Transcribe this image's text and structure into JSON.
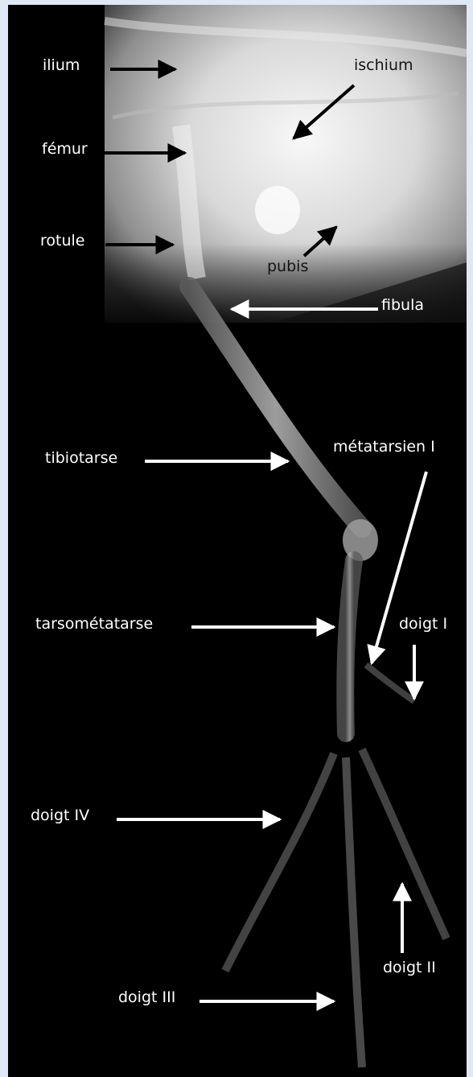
{
  "labels": {
    "ilium": "ilium",
    "ischium": "ischium",
    "femur": "fémur",
    "rotule": "rotule",
    "pubis": "pubis",
    "fibula": "fibula",
    "tibiotarse": "tibiotarse",
    "metatarsien": "métatarsien I",
    "tarsometatarse": "tarsométatarse",
    "doigt1": "doigt I",
    "doigt4": "doigt IV",
    "doigt2": "doigt II",
    "doigt3": "doigt III"
  },
  "colors": {
    "frame": "#dfe9f5",
    "background": "#000000",
    "pelvis_bright": "#f4f4f4",
    "arrow_dark": "#000000",
    "arrow_light": "#ffffff"
  }
}
